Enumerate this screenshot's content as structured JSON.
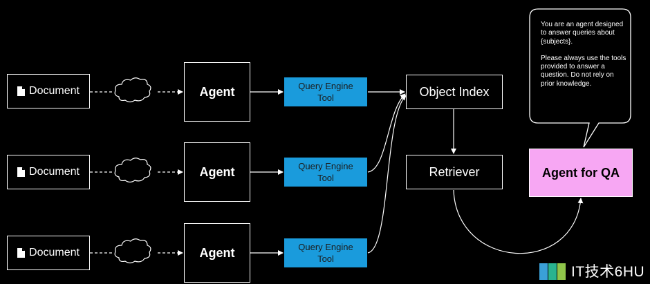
{
  "documents": [
    {
      "label": "Document"
    },
    {
      "label": "Document"
    },
    {
      "label": "Document"
    }
  ],
  "agents": [
    {
      "label": "Agent"
    },
    {
      "label": "Agent"
    },
    {
      "label": "Agent"
    }
  ],
  "query_engine_tools": [
    {
      "line1": "Query Engine",
      "line2": "Tool"
    },
    {
      "line1": "Query Engine",
      "line2": "Tool"
    },
    {
      "line1": "Query Engine",
      "line2": "Tool"
    }
  ],
  "object_index": {
    "label": "Object Index"
  },
  "retriever": {
    "label": "Retriever"
  },
  "agent_for_qa": {
    "label": "Agent for QA"
  },
  "prompt_bubble": {
    "paragraph1": "You are an agent designed to answer queries about {subjects}.",
    "paragraph2": "Please always use the tools provided to answer a question. Do not rely on prior knowledge."
  },
  "colors": {
    "query_engine_fill": "#1a9bdc",
    "agent_for_qa_fill": "#f7a7f3",
    "background": "#000000"
  },
  "watermark": {
    "text": "IT技术6HU"
  }
}
